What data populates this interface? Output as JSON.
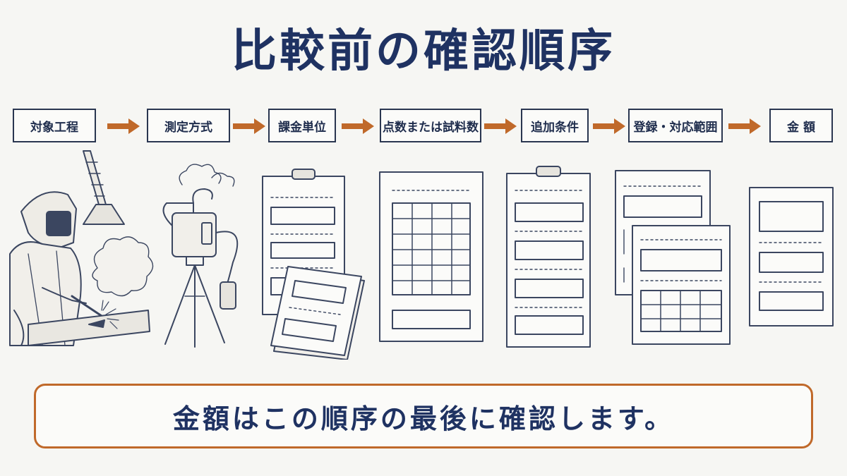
{
  "title": "比較前の確認順序",
  "steps": [
    {
      "label": "対象工程"
    },
    {
      "label": "測定方式"
    },
    {
      "label": "課金単位"
    },
    {
      "label": "点数または試料数"
    },
    {
      "label": "追加条件"
    },
    {
      "label": "登録・対応範囲"
    },
    {
      "label": "金 額"
    }
  ],
  "note": "金額はこの順序の最後に確認します。",
  "colors": {
    "title": "#1f3262",
    "arrow": "#c0692a",
    "border": "#2a3650",
    "callout_border": "#c0692a"
  },
  "icons": [
    "welder-with-fume-hood-icon",
    "tripod-sampler-icon",
    "clipboard-with-papers-icon",
    "grid-form-icon",
    "clipboard-checklist-icon",
    "stacked-forms-icon",
    "summary-document-icon"
  ]
}
